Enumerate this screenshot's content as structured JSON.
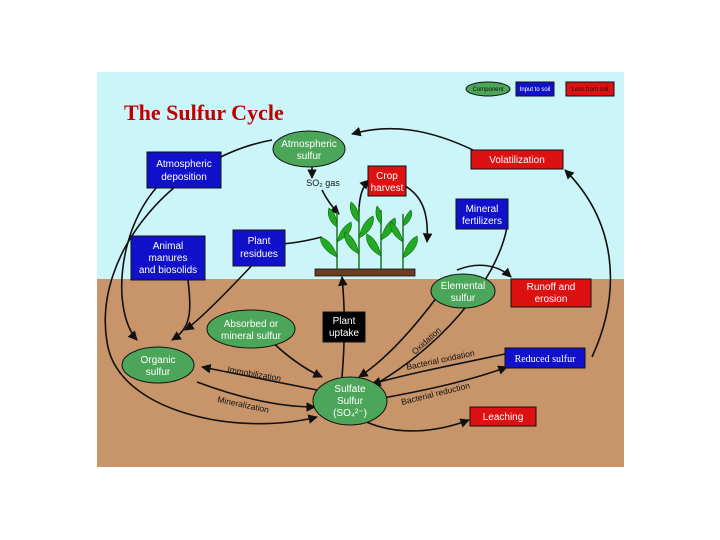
{
  "title": "The Sulfur Cycle",
  "legend": {
    "component": "Component",
    "input": "Input to soil",
    "loss": "Loss from soil"
  },
  "colors": {
    "sky": "#ccf5f9",
    "soil": "#c8956a",
    "component": "#4ca659",
    "input": "#1111cc",
    "loss": "#dd1111",
    "plant": "#22aa22",
    "arrow": "#111111"
  },
  "nodes": {
    "atmospheric_sulfur": [
      "Atmospheric",
      "sulfur"
    ],
    "so2_gas": "SO₂ gas",
    "atmospheric_deposition": [
      "Atmospheric",
      "deposition"
    ],
    "crop_harvest": [
      "Crop",
      "harvest"
    ],
    "volatilization": "Volatilization",
    "mineral_fertilizers": [
      "Mineral",
      "fertilizers"
    ],
    "animal_manures": [
      "Animal",
      "manures",
      "and biosolids"
    ],
    "plant_residues": [
      "Plant",
      "residues"
    ],
    "elemental_sulfur": [
      "Elemental",
      "sulfur"
    ],
    "runoff_erosion": [
      "Runoff and",
      "erosion"
    ],
    "absorbed_mineral": [
      "Absorbed or",
      "mineral sulfur"
    ],
    "plant_uptake": [
      "Plant",
      "uptake"
    ],
    "organic_sulfur": [
      "Organic",
      "sulfur"
    ],
    "reduced_sulfur": "Reduced sulfur",
    "sulfate_sulfur": [
      "Sulfate",
      "Sulfur",
      "(SO₄²⁻)"
    ],
    "leaching": "Leaching"
  },
  "processes": {
    "oxidation": "Oxidation",
    "bacterial_oxidation": "Bacterial oxidation",
    "bacterial_reduction": "Bacterial reduction",
    "immobilization": "Immobilization",
    "mineralization": "Mineralization"
  }
}
